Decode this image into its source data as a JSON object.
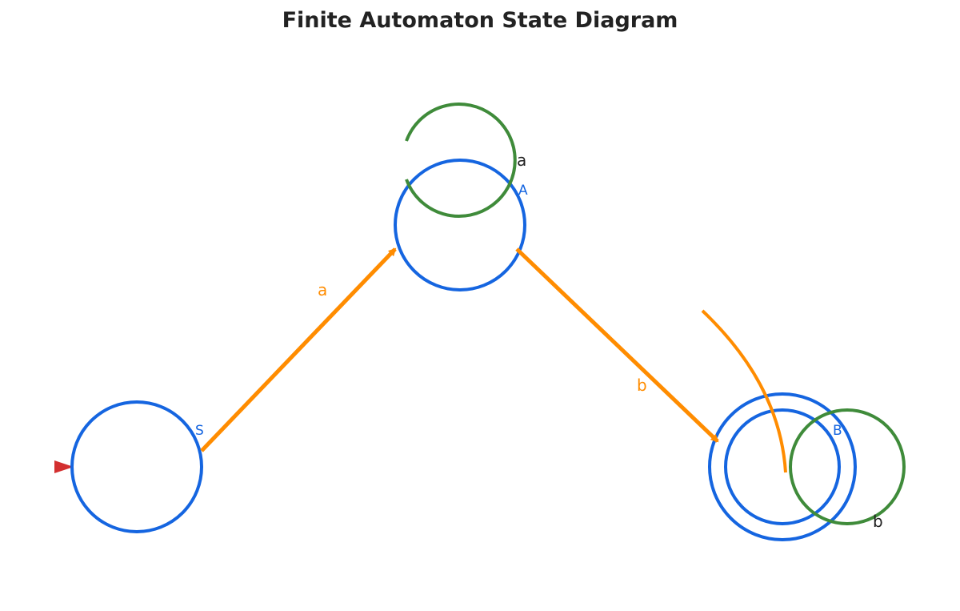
{
  "title": "Finite Automaton State Diagram",
  "colors": {
    "state": "#1565e0",
    "transition": "#ff8c00",
    "self_loop": "#3f8b3a",
    "start_arrow": "#d32f2f",
    "text_dark": "#222222"
  },
  "states": [
    {
      "id": "S",
      "label": "S",
      "accepting": false,
      "initial": true
    },
    {
      "id": "A",
      "label": "A",
      "accepting": false,
      "initial": false
    },
    {
      "id": "B",
      "label": "B",
      "accepting": true,
      "initial": false
    }
  ],
  "transitions": [
    {
      "from": "S",
      "to": "A",
      "label": "a"
    },
    {
      "from": "A",
      "to": "B",
      "label": "b"
    }
  ],
  "self_loops": [
    {
      "state": "A",
      "label": "a"
    },
    {
      "state": "B",
      "label": "b"
    }
  ]
}
